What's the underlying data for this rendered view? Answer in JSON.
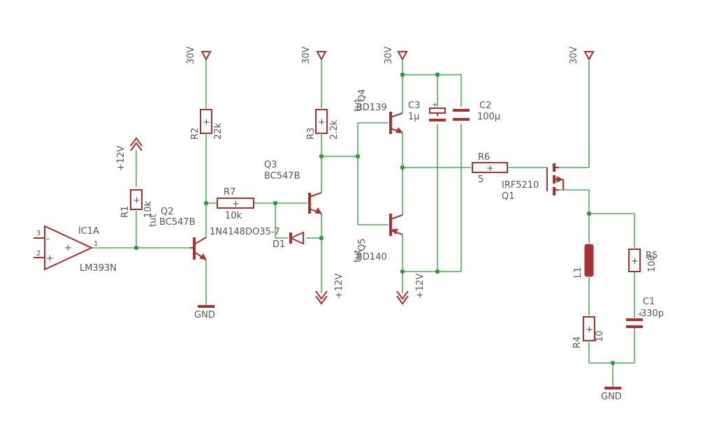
{
  "nets": {
    "vcc30": "30V",
    "vcc12": "+12V",
    "gnd": "GND"
  },
  "ic1a": {
    "name": "IC1A",
    "value": "LM393N",
    "pin_noninv": "3",
    "pin_inv": "2",
    "pin_out": "1",
    "plus": "+",
    "minus": "-"
  },
  "r1": {
    "name": "R1",
    "value": "10k"
  },
  "r2": {
    "name": "R2",
    "value": "22k"
  },
  "r3": {
    "name": "R3",
    "value": "2.2k"
  },
  "r4": {
    "name": "R4",
    "value": "10"
  },
  "r5": {
    "name": "R5",
    "value": "100"
  },
  "r6": {
    "name": "R6",
    "value": "5"
  },
  "r7": {
    "name": "R7",
    "value": "10k"
  },
  "q1": {
    "name": "Q1",
    "value": "IRF5210"
  },
  "q2": {
    "name": "Q2",
    "value": "BC547B"
  },
  "q3": {
    "name": "Q3",
    "value": "BC547B"
  },
  "q4": {
    "name": "Q4",
    "value": "BD139"
  },
  "q5": {
    "name": "Q5",
    "value": "BD140"
  },
  "d1": {
    "name": "D1",
    "value": "1N4148DO35-7"
  },
  "c1": {
    "name": "C1",
    "value": "330p"
  },
  "c2": {
    "name": "C2",
    "value": "100µ"
  },
  "c3": {
    "name": "C3",
    "value": "1µ"
  },
  "l1": {
    "name": "L1"
  },
  "marks": {
    "plus": "+",
    "plus_small": "+",
    "ghost": "tut"
  },
  "colors": {
    "wire": "#2e9a3a",
    "part": "#a83232",
    "text": "#555555",
    "background": "#ffffff"
  }
}
